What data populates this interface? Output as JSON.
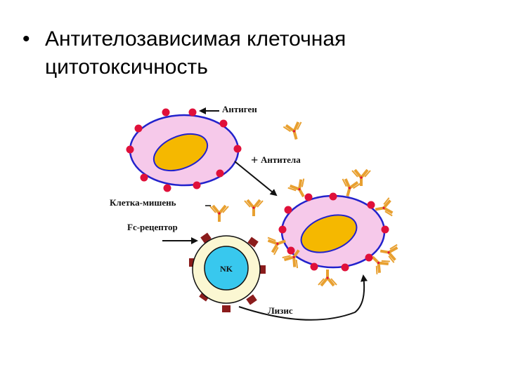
{
  "slide": {
    "bullet": "•",
    "title": "Антителозависимая клеточная цитотоксичность"
  },
  "diagram": {
    "labels": {
      "antigen": "Антиген",
      "antibodies": "Антитела",
      "plus": "+",
      "target_cell": "Клетка-мишень",
      "fc_receptor": "Fc-рецептор",
      "nk": "NK",
      "lysis": "Лизис"
    },
    "colors": {
      "cell_fill": "#f6c9ea",
      "cell_border": "#2222cc",
      "nucleus": "#f5b800",
      "antigen_dot": "#e0103a",
      "antibody": "#e8a030",
      "nk_outer": "#fbf7d2",
      "nk_inner": "#38c8ee",
      "receptor": "#8b1c1c"
    }
  }
}
